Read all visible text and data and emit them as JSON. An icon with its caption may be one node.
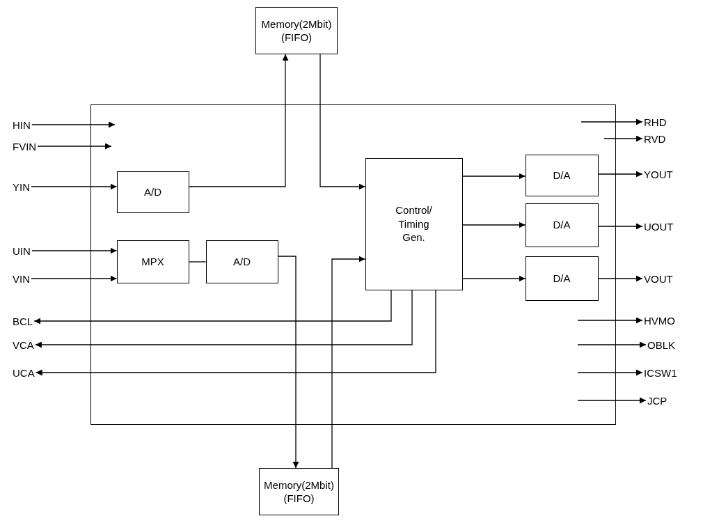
{
  "diagram": {
    "nodes": [
      {
        "text": [
          "Memory(2Mbit) (FIFO)"
        ]
      },
      {
        "text": [],
        "shape": "box"
      },
      {
        "text": [
          "A/D"
        ],
        "in": 1
      },
      {
        "text": [
          "MPX"
        ],
        "in": 1
      },
      {
        "text": [
          "A/D"
        ],
        "in": 1
      },
      {
        "text": [
          "Control/ Timing Gen."
        ],
        "in": 1
      },
      {
        "text": [
          "D/A"
        ],
        "in": 1
      },
      {
        "text": [
          "D/A"
        ],
        "in": 1
      },
      {
        "text": [
          "D/A"
        ],
        "in": 1
      },
      {
        "text": [
          "Memory(2Mbit) (FIFO)"
        ]
      },
      {
        "text": [
          "HIN"
        ]
      },
      {
        "text": [
          "FVIN"
        ]
      },
      {
        "text": [
          "YIN"
        ]
      },
      {
        "text": [
          "UIN"
        ]
      },
      {
        "text": [
          "VIN"
        ]
      },
      {
        "text": [
          "BCL"
        ]
      },
      {
        "text": [
          "VCA"
        ]
      },
      {
        "text": [
          "UCA"
        ]
      },
      {
        "text": [
          "RHD"
        ]
      },
      {
        "text": [
          "RVD"
        ]
      },
      {
        "text": [
          "YOUT"
        ]
      },
      {
        "text": [
          "UOUT"
        ]
      },
      {
        "text": [
          "VOUT"
        ]
      },
      {
        "text": [
          "HVMO"
        ]
      },
      {
        "text": [
          "OBLK"
        ]
      },
      {
        "text": [
          "ICSW1"
        ]
      },
      {
        "text": [
          "JCP"
        ]
      }
    ],
    "edges": [
      {
        "from": 10,
        "to": null,
        "arrow": "to"
      },
      {
        "from": 11,
        "to": null,
        "arrow": "to"
      },
      {
        "from": 12,
        "to": 2,
        "arrow": "to"
      },
      {
        "from": 2,
        "to": 0,
        "arrow": "to"
      },
      {
        "from": 0,
        "to": 5,
        "arrow": "to"
      },
      {
        "from": 13,
        "to": 3,
        "arrow": "to"
      },
      {
        "from": 14,
        "to": 3,
        "arrow": "to"
      },
      {
        "from": 3,
        "to": 4,
        "arrow": "none"
      },
      {
        "from": 4,
        "to": 9,
        "arrow": "to"
      },
      {
        "from": 9,
        "to": 5,
        "arrow": "to"
      },
      {
        "from": 5,
        "to": 15,
        "arrow": "to"
      },
      {
        "from": 5,
        "to": 16,
        "arrow": "to"
      },
      {
        "from": 5,
        "to": 17,
        "arrow": "to"
      },
      {
        "from": 5,
        "to": 6,
        "arrow": "to"
      },
      {
        "from": 5,
        "to": 7,
        "arrow": "to"
      },
      {
        "from": 5,
        "to": 8,
        "arrow": "to"
      },
      {
        "from": 6,
        "to": 20,
        "arrow": "to"
      },
      {
        "from": 7,
        "to": 21,
        "arrow": "to"
      },
      {
        "from": 8,
        "to": 22,
        "arrow": "to"
      },
      {
        "from": null,
        "to": 18,
        "arrow": "to"
      },
      {
        "from": null,
        "to": 19,
        "arrow": "to"
      },
      {
        "from": null,
        "to": 23,
        "arrow": "to"
      },
      {
        "from": null,
        "to": 24,
        "arrow": "to"
      },
      {
        "from": null,
        "to": 25,
        "arrow": "to"
      },
      {
        "from": null,
        "to": 26,
        "arrow": "to"
      }
    ]
  }
}
